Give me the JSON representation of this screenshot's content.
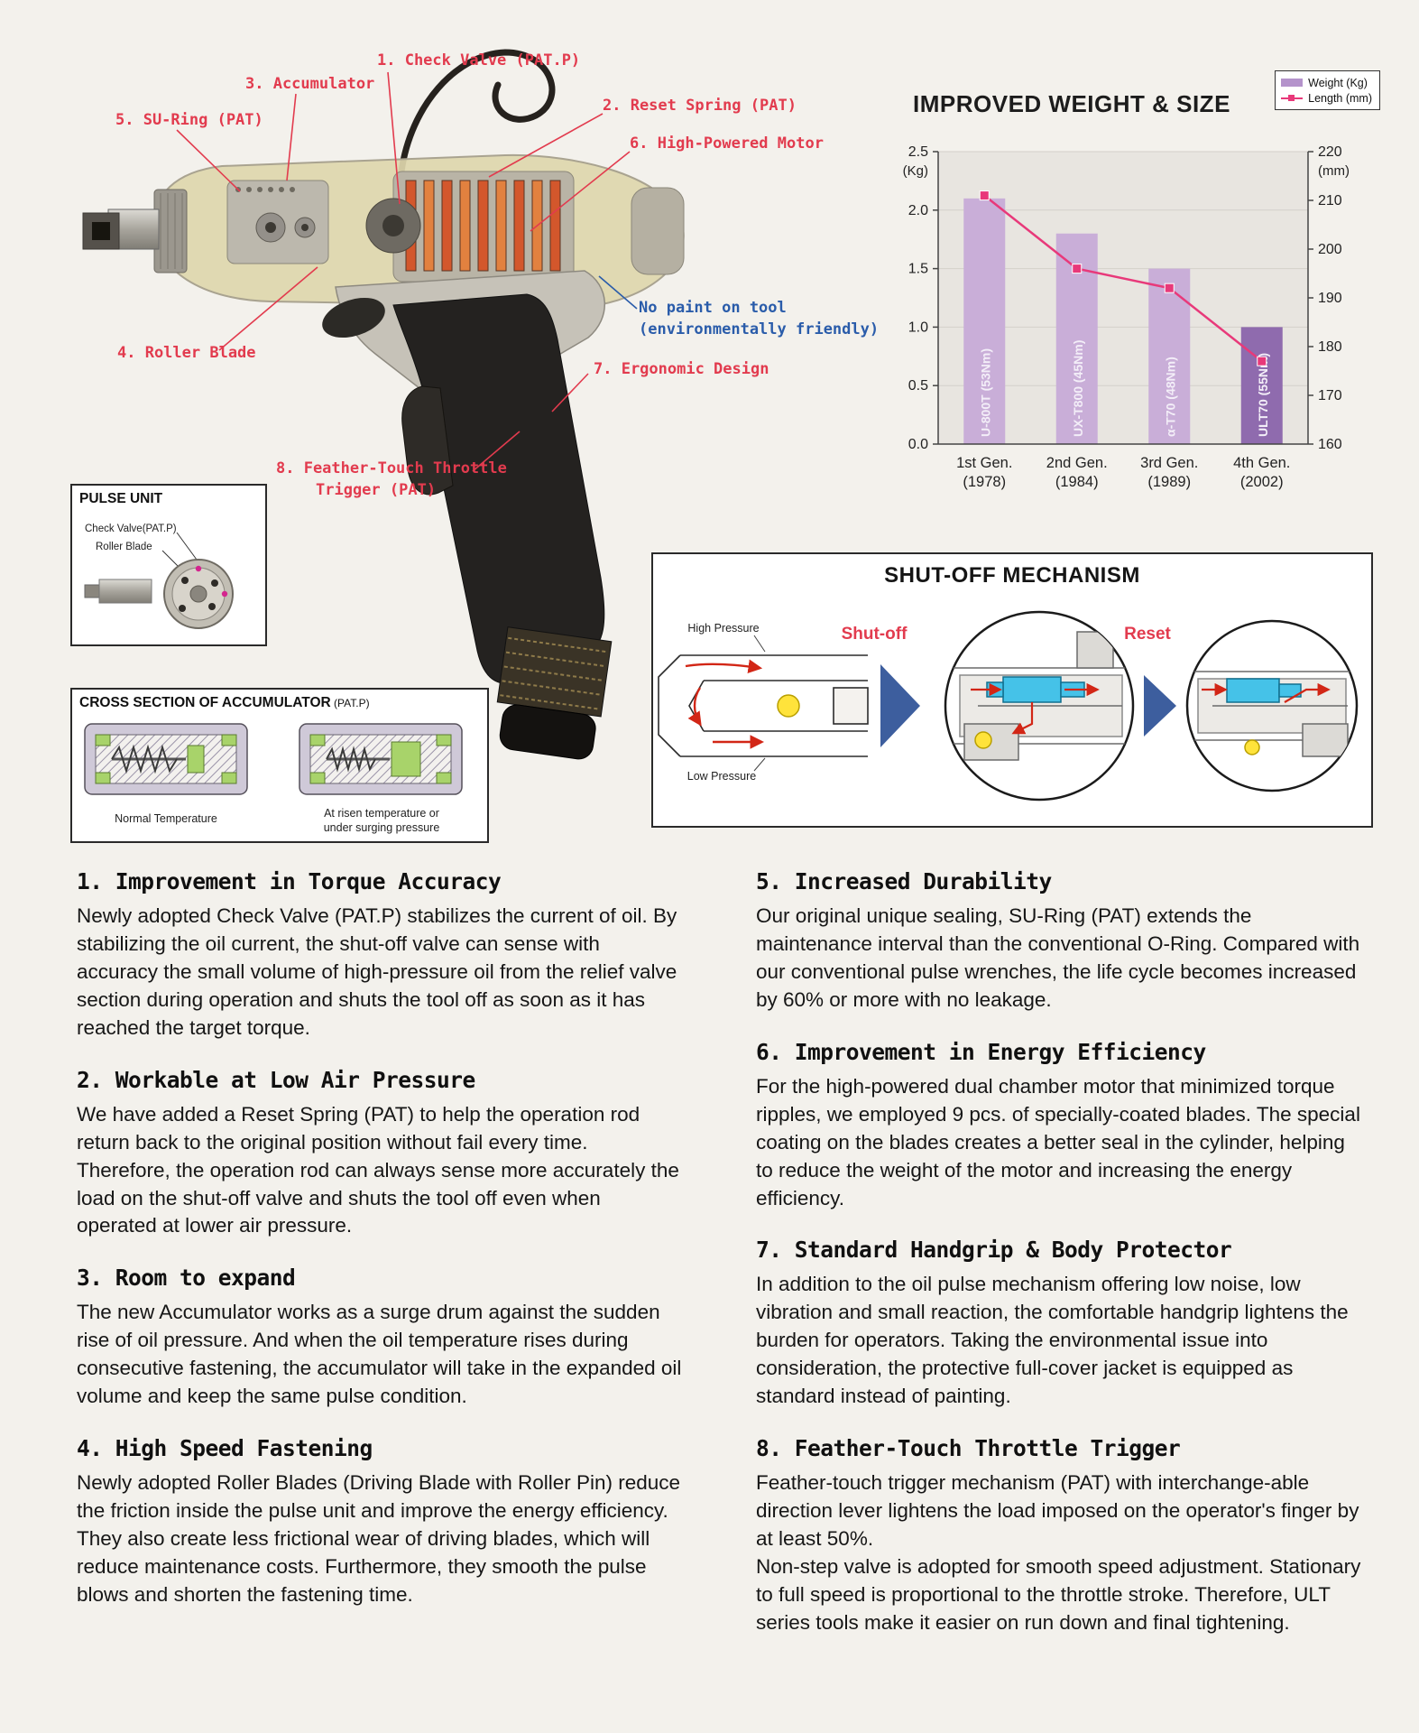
{
  "colors": {
    "background": "#f3f1ec",
    "callout_red": "#e23b4e",
    "note_blue": "#2a5caa",
    "bar_light": "#c9aed8",
    "bar_dark": "#8f6bae",
    "line_pink": "#e8397a"
  },
  "tool": {
    "callouts": {
      "check_valve": "1. Check Valve (PAT.P)",
      "accumulator": "3. Accumulator",
      "su_ring": "5. SU-Ring (PAT)",
      "reset_spring": "2. Reset Spring (PAT)",
      "motor": "6. High-Powered Motor",
      "no_paint_line1": "No paint on tool",
      "no_paint_line2": "(environmentally friendly)",
      "roller_blade": "4. Roller Blade",
      "ergonomic": "7. Ergonomic Design",
      "trigger_line1": "8. Feather-Touch Throttle",
      "trigger_line2": "Trigger (PAT)"
    }
  },
  "pulse_unit": {
    "title": "PULSE UNIT",
    "check_valve_label": "Check Valve(PAT.P)",
    "roller_blade_label": "Roller Blade"
  },
  "cross_section": {
    "title": "CROSS SECTION OF ACCUMULATOR",
    "title_suffix": " (PAT.P)",
    "caption_left": "Normal Temperature",
    "caption_right": "At risen temperature or\nunder surging pressure"
  },
  "shutoff": {
    "title": "SHUT-OFF MECHANISM",
    "high_pressure": "High Pressure",
    "low_pressure": "Low Pressure",
    "shut_off": "Shut-off",
    "reset": "Reset"
  },
  "chart_data": {
    "type": "bar+line",
    "title": "IMPROVED WEIGHT & SIZE",
    "categories": [
      "1st Gen.\n(1978)",
      "2nd Gen.\n(1984)",
      "3rd Gen.\n(1989)",
      "4th Gen.\n(2002)"
    ],
    "series": [
      {
        "name": "Weight (Kg)",
        "type": "bar",
        "axis": "left",
        "values": [
          2.1,
          1.8,
          1.5,
          1.0
        ],
        "labels": [
          "U-800T (53Nm)",
          "UX-T800 (45Nm)",
          "α-T70 (48Nm)",
          "ULT70 (55Nm)"
        ]
      },
      {
        "name": "Length (mm)",
        "type": "line",
        "axis": "right",
        "values": [
          211,
          196,
          192,
          177
        ]
      }
    ],
    "left_axis": {
      "label": "(Kg)",
      "min": 0,
      "max": 2.5,
      "ticks": [
        2.5,
        2.0,
        1.5,
        1.0,
        0.5,
        0.0
      ]
    },
    "right_axis": {
      "label": "(mm)",
      "min": 160,
      "max": 220,
      "ticks": [
        220,
        210,
        200,
        190,
        180,
        170,
        160
      ]
    },
    "bar_colors": [
      "#c9aed8",
      "#c9aed8",
      "#c9aed8",
      "#8f6bae"
    ],
    "line_color": "#e8397a",
    "legend_position": "top-right",
    "grid": true
  },
  "sections": {
    "left": [
      {
        "title": "1. Improvement in Torque Accuracy",
        "body": "Newly adopted Check Valve (PAT.P) stabilizes the current of oil.  By stabilizing the oil current, the shut-off valve can sense with accuracy the small volume of high-pressure oil from the relief valve section during operation and shuts the tool off as soon as it has reached the target torque."
      },
      {
        "title": "2. Workable at Low Air Pressure",
        "body": "We have added a Reset Spring (PAT) to help the operation rod return back to the original position without fail every time.  Therefore, the operation rod can always sense more accurately the load on the shut-off valve and shuts the tool off even when operated at lower air pressure."
      },
      {
        "title": "3. Room to expand",
        "body": "The new Accumulator works as a surge drum against the sudden rise of oil pressure.  And when the oil  temperature rises during consecutive fastening, the accumulator will take in the expanded oil volume and keep the same pulse condition."
      },
      {
        "title": "4. High Speed Fastening",
        "body": "Newly adopted Roller Blades (Driving Blade with Roller Pin) reduce the friction inside the pulse unit and improve the energy efficiency. They also create  less frictional wear of driving blades, which will reduce maintenance costs. Furthermore, they smooth the pulse blows and shorten the fastening time."
      }
    ],
    "right": [
      {
        "title": "5. Increased Durability",
        "body": "Our original unique sealing, SU-Ring (PAT) extends the maintenance interval than the conventional O-Ring.  Compared with our conventional pulse wrenches, the life cycle becomes increased by 60% or more with no leakage."
      },
      {
        "title": "6. Improvement in Energy Efficiency",
        "body": "For the high-powered dual chamber motor that minimized torque ripples, we employed 9 pcs. of specially-coated blades.  The special coating on the blades creates a better seal in the cylinder, helping to reduce the weight of the motor and increasing the energy efficiency."
      },
      {
        "title": "7. Standard Handgrip & Body Protector",
        "body": "In addition to the oil pulse mechanism offering low noise, low vibration and small reaction, the comfortable handgrip lightens the burden for operators.  Taking the environmental issue into consideration, the protective full-cover jacket is equipped as standard instead of painting."
      },
      {
        "title": "8. Feather-Touch Throttle Trigger",
        "body": "Feather-touch trigger mechanism (PAT) with interchange-able direction lever lightens the load imposed on the operator's finger by at least 50%.\nNon-step valve is adopted for smooth speed adjustment. Stationary to full speed is proportional to the throttle stroke. Therefore, ULT series tools make it easier on run down and final tightening."
      }
    ]
  }
}
